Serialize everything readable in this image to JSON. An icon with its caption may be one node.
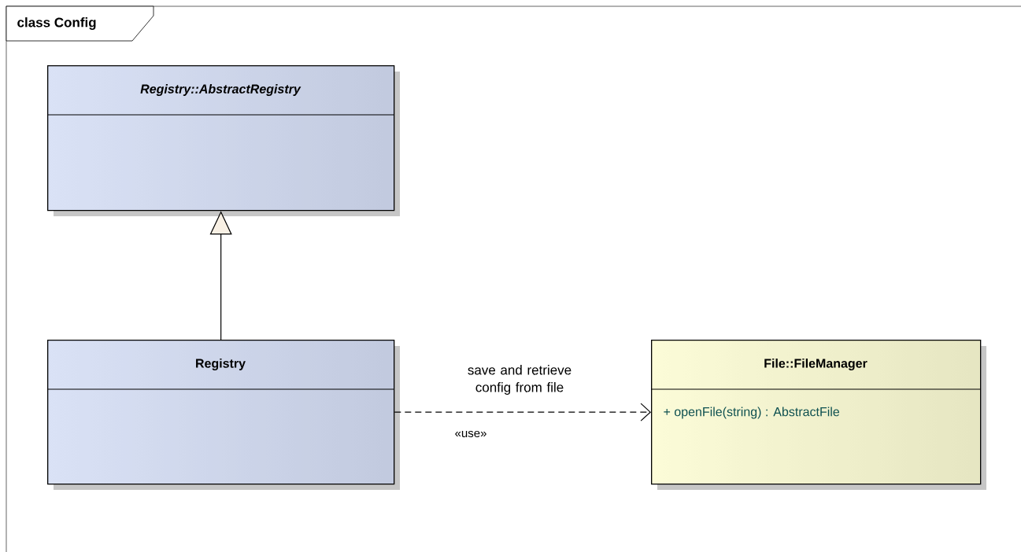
{
  "diagram": {
    "title": "class Config",
    "nodes": [
      {
        "text": [
          "Registry::AbstractRegistry"
        ]
      },
      {
        "text": [
          "Registry"
        ]
      },
      {
        "text": [
          "File::FileManager",
          "+ openFile(string) : AbstractFile"
        ]
      }
    ],
    "edges": [
      {
        "from": 1,
        "to": 0,
        "arrow": "to"
      },
      {
        "from": 1,
        "to": 2,
        "arrow": "to",
        "style": "dashed",
        "label": "«use»"
      }
    ],
    "labels": [
      "save and retrieve config from file"
    ]
  }
}
